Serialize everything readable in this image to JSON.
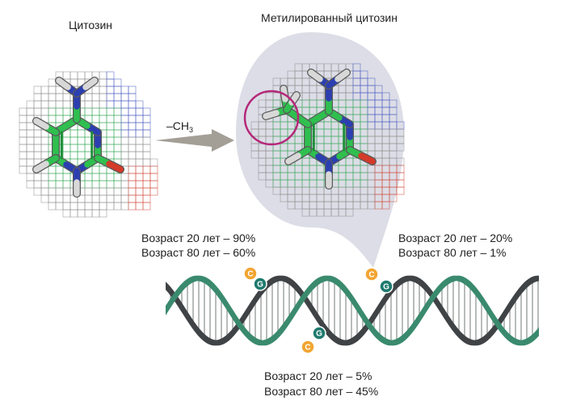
{
  "titles": {
    "cytosine": "Цитозин",
    "methylated": "Метилированный цитозин"
  },
  "reaction": {
    "prefix": "–CH",
    "subscript": "3"
  },
  "stats": {
    "left": {
      "line1": "Возраст 20 лет – 90%",
      "line2": "Возраст 80 лет – 60%"
    },
    "right": {
      "line1": "Возраст 20 лет – 20%",
      "line2": "Возраст 80 лет – 1%"
    },
    "bottom": {
      "line1": "Возраст 20 лет – 5%",
      "line2": "Возраст 80 лет – 45%"
    }
  },
  "markers": [
    {
      "letter": "C",
      "color": "#f2a531"
    },
    {
      "letter": "G",
      "color": "#1f7a6e"
    },
    {
      "letter": "C",
      "color": "#f2a531"
    },
    {
      "letter": "G",
      "color": "#1f7a6e"
    },
    {
      "letter": "G",
      "color": "#1f7a6e"
    },
    {
      "letter": "C",
      "color": "#f2a531"
    }
  ],
  "colors": {
    "carbon": "#2fbf4f",
    "nitrogen": "#2c3fb0",
    "oxygen": "#d43a2a",
    "hydrogen": "#d8d8d8",
    "highlight": "#b5287a",
    "bubble": "#dcdde6",
    "strand_front": "#3a8a6e",
    "strand_back": "#3f4346",
    "arrow": "#a39f96"
  }
}
